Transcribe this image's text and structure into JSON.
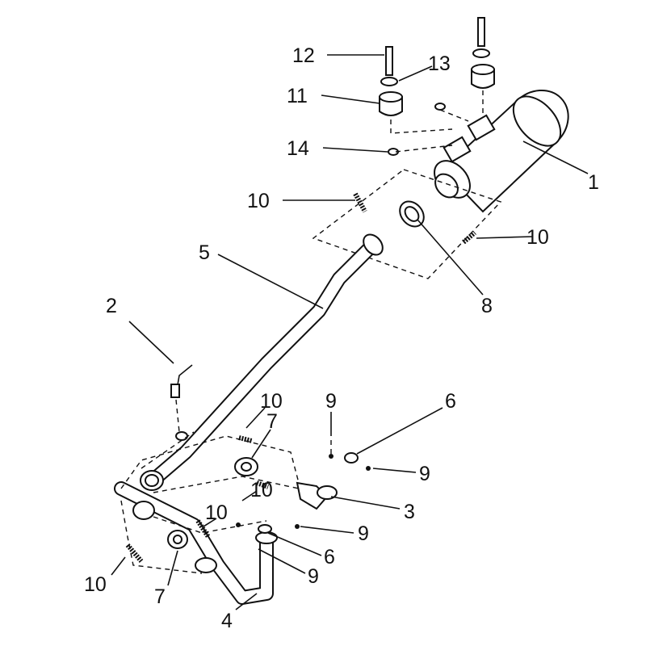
{
  "diagram": {
    "title": "Exhaust system exploded view",
    "labels": [
      "12",
      "13",
      "11",
      "14",
      "1",
      "10",
      "10",
      "5",
      "8",
      "2",
      "10",
      "9",
      "6",
      "7",
      "9",
      "10",
      "3",
      "10",
      "9",
      "6",
      "9",
      "10",
      "7",
      "4"
    ]
  }
}
